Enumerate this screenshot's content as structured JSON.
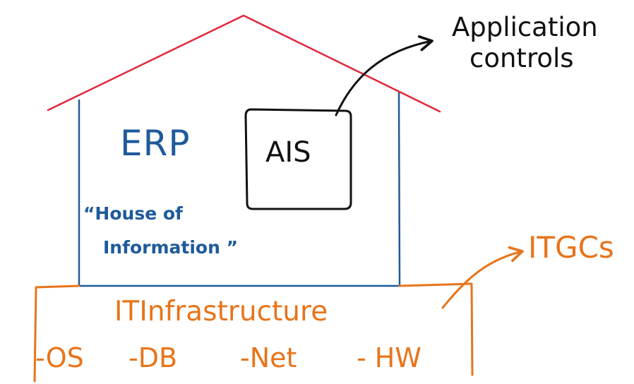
{
  "house": {
    "title": "ERP",
    "subtitle_line1": "“House of",
    "subtitle_line2": "Information ”"
  },
  "ais_box": {
    "label": "AIS"
  },
  "application_controls": {
    "line1": "Application",
    "line2": "controls"
  },
  "itgcs": {
    "label": "ITGCs"
  },
  "foundation": {
    "title": "ITInfrastructure",
    "layers": [
      "-OS",
      "-DB",
      "-Net",
      "- HW"
    ]
  },
  "colors": {
    "roof": "#e0263a",
    "walls": "#1f5a9a",
    "ais_box": "#111111",
    "foundation": "#e8741a"
  }
}
